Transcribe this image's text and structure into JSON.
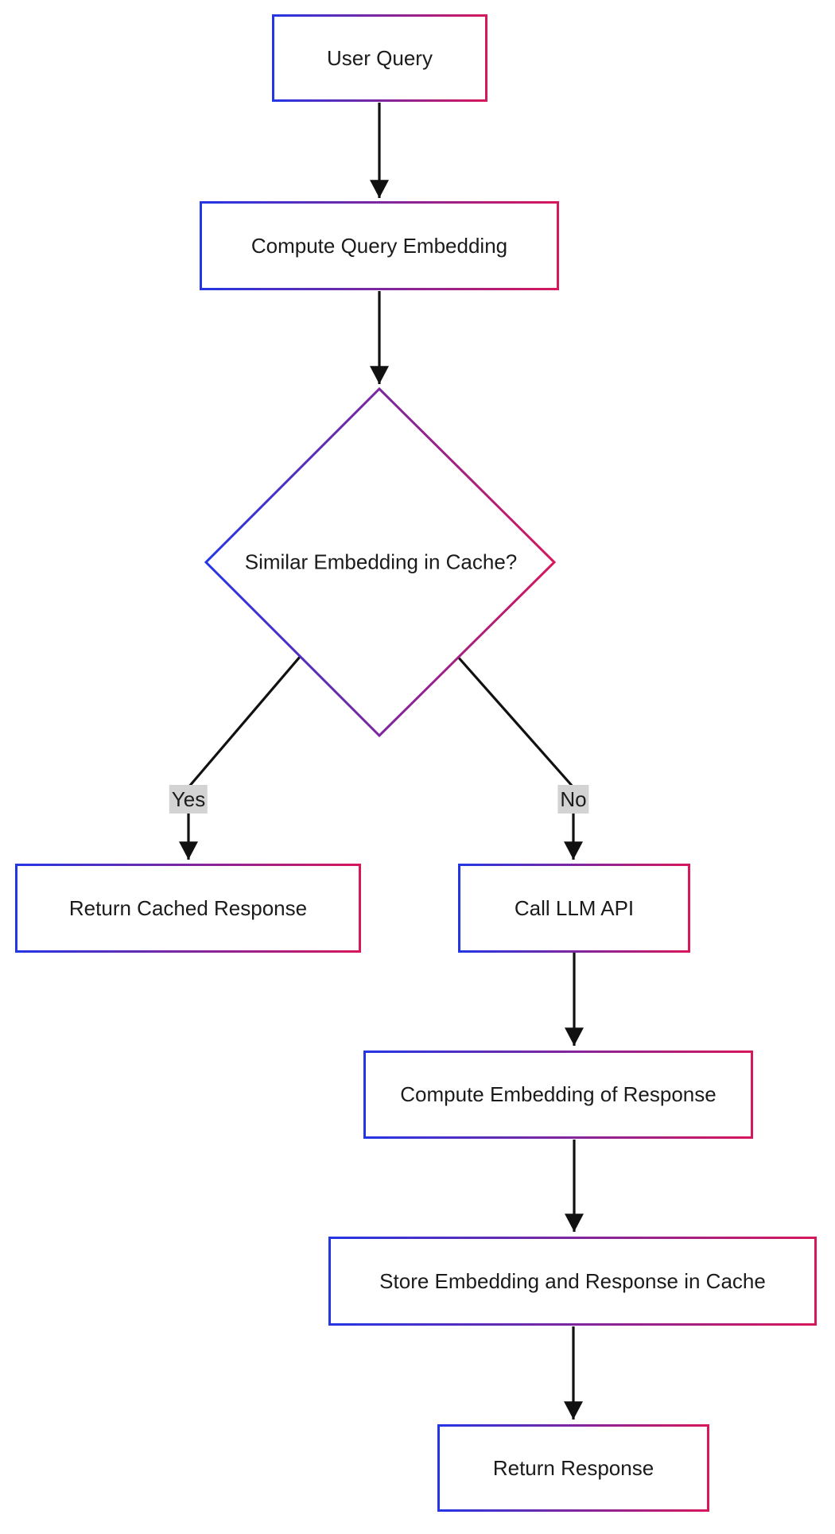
{
  "diagram": {
    "type": "flowchart",
    "direction": "top-down",
    "colors": {
      "background": "#ffffff",
      "gradient_start": "#2336e4",
      "gradient_end": "#d6175c",
      "edge": "#111111",
      "edge_label_background": "#d3d3d3",
      "text": "#1b1b1b",
      "node_fill": "#ffffff"
    },
    "nodes": [
      {
        "id": "user-query",
        "shape": "rect",
        "label": "User Query"
      },
      {
        "id": "compute-query-embedding",
        "shape": "rect",
        "label": "Compute Query Embedding"
      },
      {
        "id": "similar-embedding-in-cache",
        "shape": "diamond",
        "label": "Similar Embedding in Cache?"
      },
      {
        "id": "return-cached-response",
        "shape": "rect",
        "label": "Return Cached Response"
      },
      {
        "id": "call-llm-api",
        "shape": "rect",
        "label": "Call LLM API"
      },
      {
        "id": "compute-embedding-of-response",
        "shape": "rect",
        "label": "Compute Embedding of Response"
      },
      {
        "id": "store-embedding-and-response-in-cache",
        "shape": "rect",
        "label": "Store Embedding and Response in Cache"
      },
      {
        "id": "return-response",
        "shape": "rect",
        "label": "Return Response"
      }
    ],
    "edges": [
      {
        "from": "user-query",
        "to": "compute-query-embedding",
        "label": ""
      },
      {
        "from": "compute-query-embedding",
        "to": "similar-embedding-in-cache",
        "label": ""
      },
      {
        "from": "similar-embedding-in-cache",
        "to": "return-cached-response",
        "label": "Yes"
      },
      {
        "from": "similar-embedding-in-cache",
        "to": "call-llm-api",
        "label": "No"
      },
      {
        "from": "call-llm-api",
        "to": "compute-embedding-of-response",
        "label": ""
      },
      {
        "from": "compute-embedding-of-response",
        "to": "store-embedding-and-response-in-cache",
        "label": ""
      },
      {
        "from": "store-embedding-and-response-in-cache",
        "to": "return-response",
        "label": ""
      }
    ]
  }
}
